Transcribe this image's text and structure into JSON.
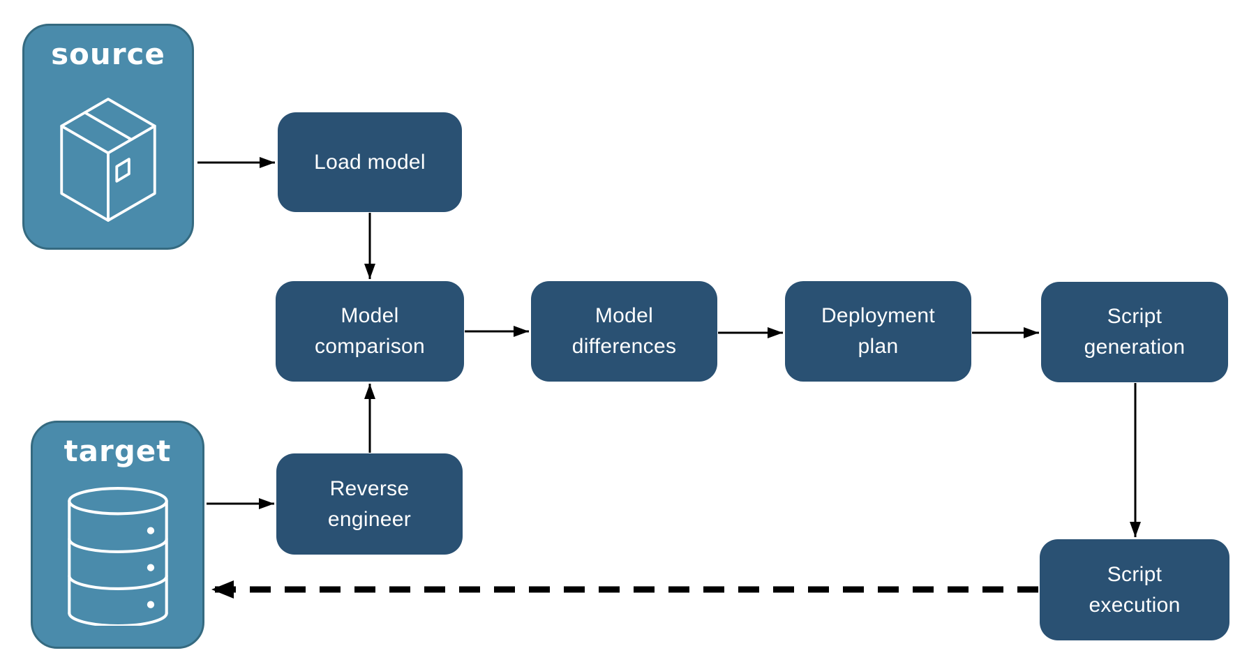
{
  "theme": {
    "background": "#ffffff",
    "node_fill": "#2a5173",
    "node_text": "#ffffff",
    "endpoint_fill": "#4a8bab",
    "endpoint_border": "#356a80",
    "endpoint_text": "#ffffff",
    "arrow_color": "#000000"
  },
  "endpoints": {
    "source": {
      "label": "source",
      "icon": "package-icon"
    },
    "target": {
      "label": "target",
      "icon": "database-icon"
    }
  },
  "nodes": {
    "load_model": {
      "label": "Load model"
    },
    "model_comparison": {
      "label": "Model comparison"
    },
    "model_differences": {
      "label": "Model differences"
    },
    "deployment_plan": {
      "label": "Deployment plan"
    },
    "script_generation": {
      "label": "Script generation"
    },
    "reverse_engineer": {
      "label": "Reverse engineer"
    },
    "script_execution": {
      "label": "Script execution"
    }
  },
  "edges": [
    {
      "from": "source",
      "to": "load_model",
      "style": "solid"
    },
    {
      "from": "load_model",
      "to": "model_comparison",
      "style": "solid"
    },
    {
      "from": "model_comparison",
      "to": "model_differences",
      "style": "solid"
    },
    {
      "from": "model_differences",
      "to": "deployment_plan",
      "style": "solid"
    },
    {
      "from": "deployment_plan",
      "to": "script_generation",
      "style": "solid"
    },
    {
      "from": "target",
      "to": "reverse_engineer",
      "style": "solid"
    },
    {
      "from": "reverse_engineer",
      "to": "model_comparison",
      "style": "solid"
    },
    {
      "from": "script_generation",
      "to": "script_execution",
      "style": "solid"
    },
    {
      "from": "script_execution",
      "to": "target",
      "style": "dashed"
    }
  ]
}
